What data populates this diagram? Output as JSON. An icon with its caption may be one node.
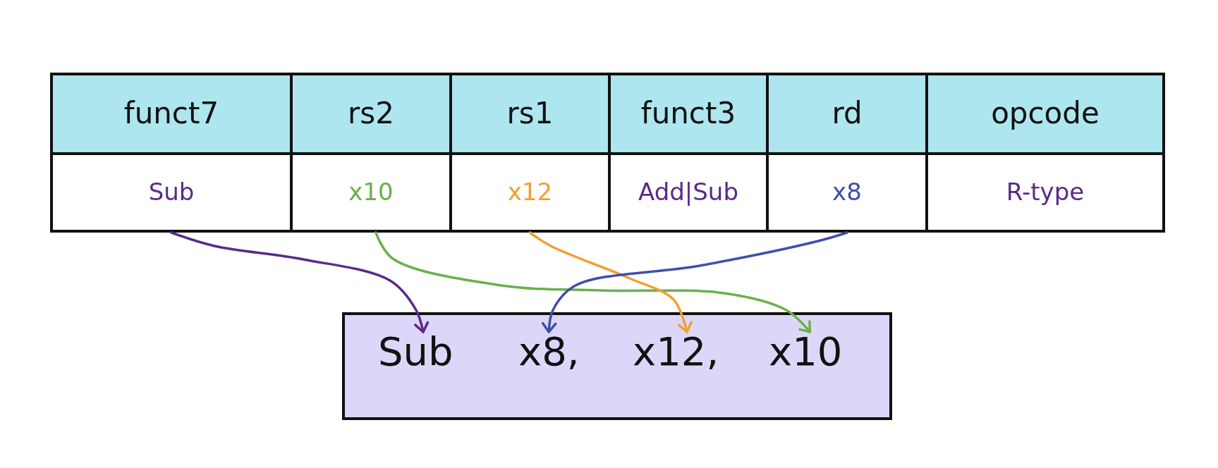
{
  "diagram": {
    "nodes": [
      {
        "text": [
          "funct7"
        ]
      },
      {
        "text": [
          "rs2"
        ]
      },
      {
        "text": [
          "rs1"
        ]
      },
      {
        "text": [
          "funct3"
        ]
      },
      {
        "text": [
          "rd"
        ]
      },
      {
        "text": [
          "opcode"
        ]
      },
      {
        "text": [
          "Sub"
        ]
      },
      {
        "text": [
          "x10"
        ]
      },
      {
        "text": [
          "x12"
        ]
      },
      {
        "text": [
          "Add|Sub"
        ]
      },
      {
        "text": [
          "x8"
        ]
      },
      {
        "text": [
          "R-type"
        ]
      },
      {
        "text": [],
        "shape": "box"
      },
      {
        "text": [
          "Sub"
        ],
        "in": 12
      },
      {
        "text": [
          "x8,"
        ],
        "in": 12
      },
      {
        "text": [
          "x12,"
        ],
        "in": 12
      },
      {
        "text": [
          "x10"
        ],
        "in": 12
      }
    ],
    "edges": [
      {
        "from": 6,
        "to": 13,
        "arrow": "to",
        "color": "#5b2a86"
      },
      {
        "from": 7,
        "to": 16,
        "arrow": "to",
        "color": "#6ab04c"
      },
      {
        "from": 8,
        "to": 15,
        "arrow": "to",
        "color": "#f0a030"
      },
      {
        "from": 10,
        "to": 14,
        "arrow": "to",
        "color": "#3f4fa8"
      }
    ]
  }
}
